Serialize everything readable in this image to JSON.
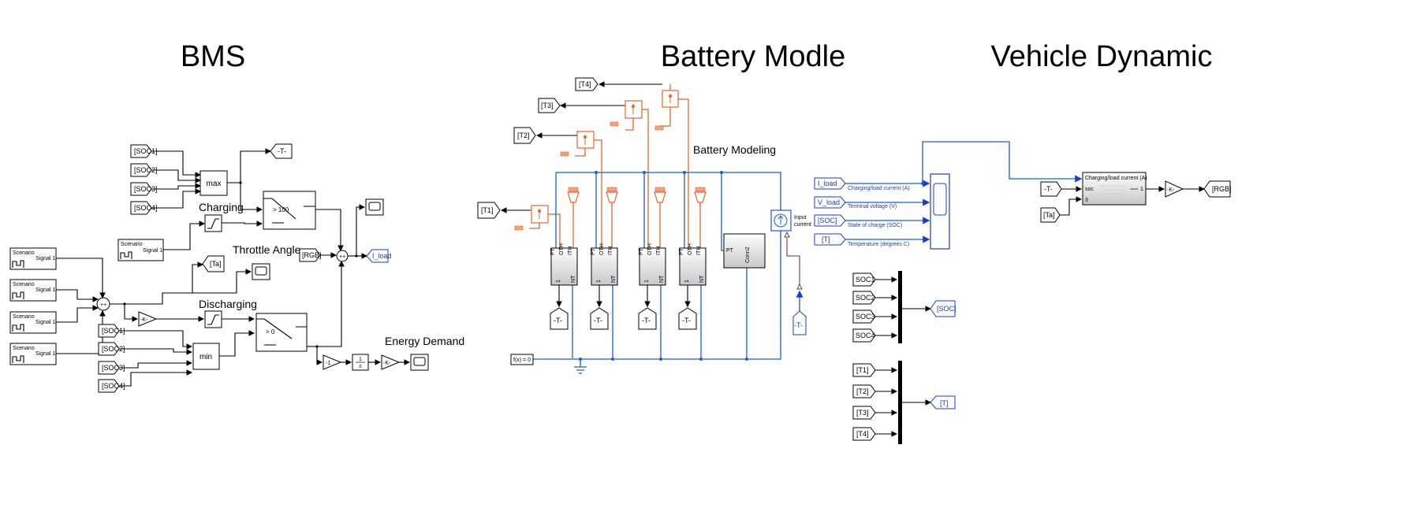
{
  "sections": {
    "bms": "BMS",
    "battery": "Battery Modle",
    "vehicle": "Vehicle Dynamic"
  },
  "labels": {
    "charging": "Charging",
    "throttle": "Throttle Angle",
    "discharging": "Discharging",
    "energy": "Energy Demand",
    "battery_modeling": "Battery Modeling",
    "input_current_1": "Input",
    "input_current_2": "current"
  },
  "blocks": {
    "scenario": "Scenario",
    "signal": "Signal 1",
    "max": "max",
    "min": "min",
    "gt100": "> 100",
    "gt0": "> 0",
    "neg1": "-1",
    "gain": "-K-",
    "integrator_num": "1",
    "integrator_den": "s",
    "fx": "f(x) = 0",
    "conn_pt": "PT",
    "conn_name": "Conn2",
    "lookup_title": "Charging/load current (A)",
    "lookup_soc": "soc",
    "lookup_out": "1",
    "lookup_in3": "3"
  },
  "battery_ports": {
    "pt": "PT",
    "oth": "OTH",
    "ith": "ITH",
    "one": "1",
    "nt": "NT"
  },
  "tags": {
    "soc1": "[SOC1]",
    "soc2": "[SOC2]",
    "soc3": "[SOC3]",
    "soc4": "[SOC4]",
    "t_goto": "-T-",
    "ta": "[Ta]",
    "rgb": "[RGB]",
    "i_load": "I_load",
    "v_load": "V_load",
    "soc": "[SOC]",
    "t": "[T]",
    "t1": "[T1]",
    "t2": "[T2]",
    "t3": "[T3]",
    "t4": "[T4]",
    "soc1_plain": "SOC1",
    "soc2_plain": "SOC2",
    "soc3_plain": "SOC3",
    "soc4_plain": "SOC4"
  },
  "scope_signals": {
    "charging_current": "Charging/load current (A)",
    "terminal_voltage": "Terminal voltage (V)",
    "state_of_charge": "State of charge (SOC)",
    "temperature": "Temperature (degrees C)"
  },
  "colors": {
    "wire": "#000000",
    "electrical": "#1a5cd6",
    "thermal": "#e9652c",
    "tag_blue": "#1a3ad0"
  }
}
